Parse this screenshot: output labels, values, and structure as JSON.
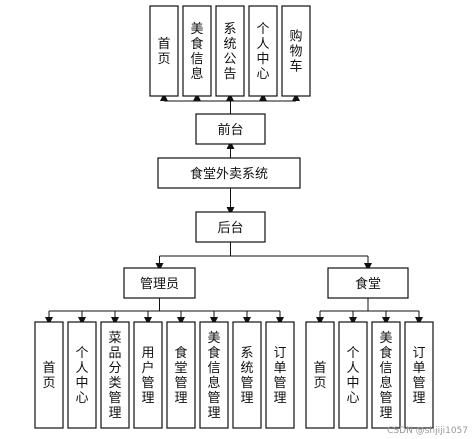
{
  "diagram": {
    "root": "食堂外卖系统",
    "front": {
      "label": "前台",
      "children": [
        "首页",
        "美食信息",
        "系统公告",
        "个人中心",
        "购物车"
      ]
    },
    "back": {
      "label": "后台",
      "roles": [
        {
          "label": "管理员",
          "children": [
            "首页",
            "个人中心",
            "菜品分类管理",
            "用户管理",
            "食堂管理",
            "美食信息管理",
            "系统管理",
            "订单管理"
          ]
        },
        {
          "label": "食堂",
          "children": [
            "首页",
            "个人中心",
            "美食信息管理",
            "订单管理"
          ]
        }
      ]
    }
  },
  "watermark": "CSDN @shjiji1057"
}
